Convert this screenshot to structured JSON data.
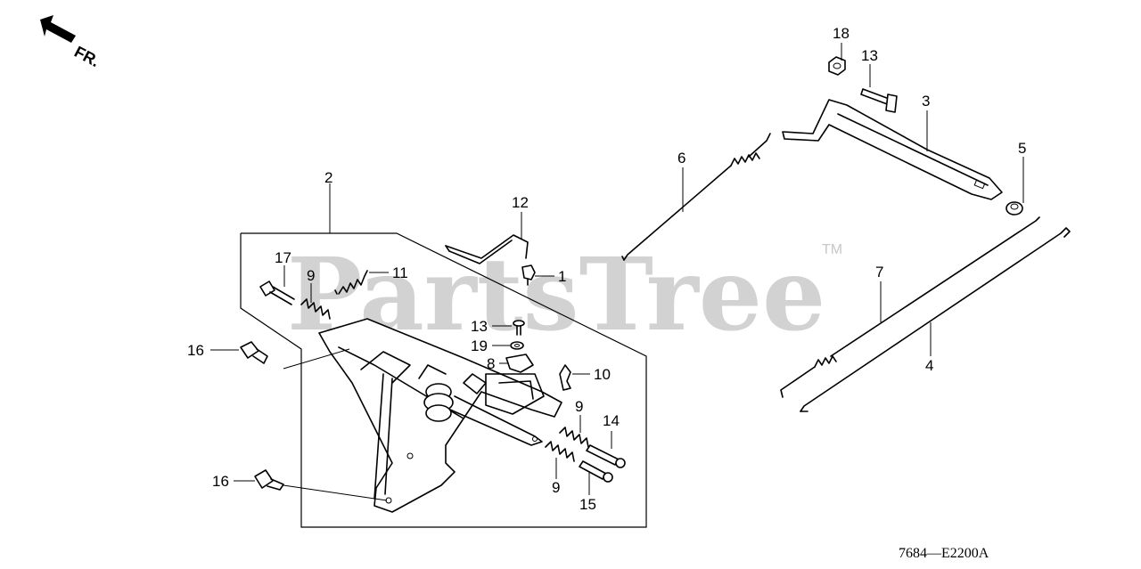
{
  "watermark": {
    "text": "PartsTree",
    "trademark": "TM"
  },
  "orientation": {
    "label": "FR."
  },
  "diagram_code": "7684—E2200A",
  "callouts": [
    {
      "id": "c1",
      "text": "1"
    },
    {
      "id": "c2",
      "text": "2"
    },
    {
      "id": "c3",
      "text": "3"
    },
    {
      "id": "c4",
      "text": "4"
    },
    {
      "id": "c5",
      "text": "5"
    },
    {
      "id": "c6",
      "text": "6"
    },
    {
      "id": "c7",
      "text": "7"
    },
    {
      "id": "c8",
      "text": "8"
    },
    {
      "id": "c9a",
      "text": "9"
    },
    {
      "id": "c9b",
      "text": "9"
    },
    {
      "id": "c9c",
      "text": "9"
    },
    {
      "id": "c10",
      "text": "10"
    },
    {
      "id": "c11",
      "text": "11"
    },
    {
      "id": "c12",
      "text": "12"
    },
    {
      "id": "c13a",
      "text": "13"
    },
    {
      "id": "c13b",
      "text": "13"
    },
    {
      "id": "c14",
      "text": "14"
    },
    {
      "id": "c15",
      "text": "15"
    },
    {
      "id": "c16a",
      "text": "16"
    },
    {
      "id": "c16b",
      "text": "16"
    },
    {
      "id": "c17",
      "text": "17"
    },
    {
      "id": "c18",
      "text": "18"
    },
    {
      "id": "c19",
      "text": "19"
    }
  ]
}
